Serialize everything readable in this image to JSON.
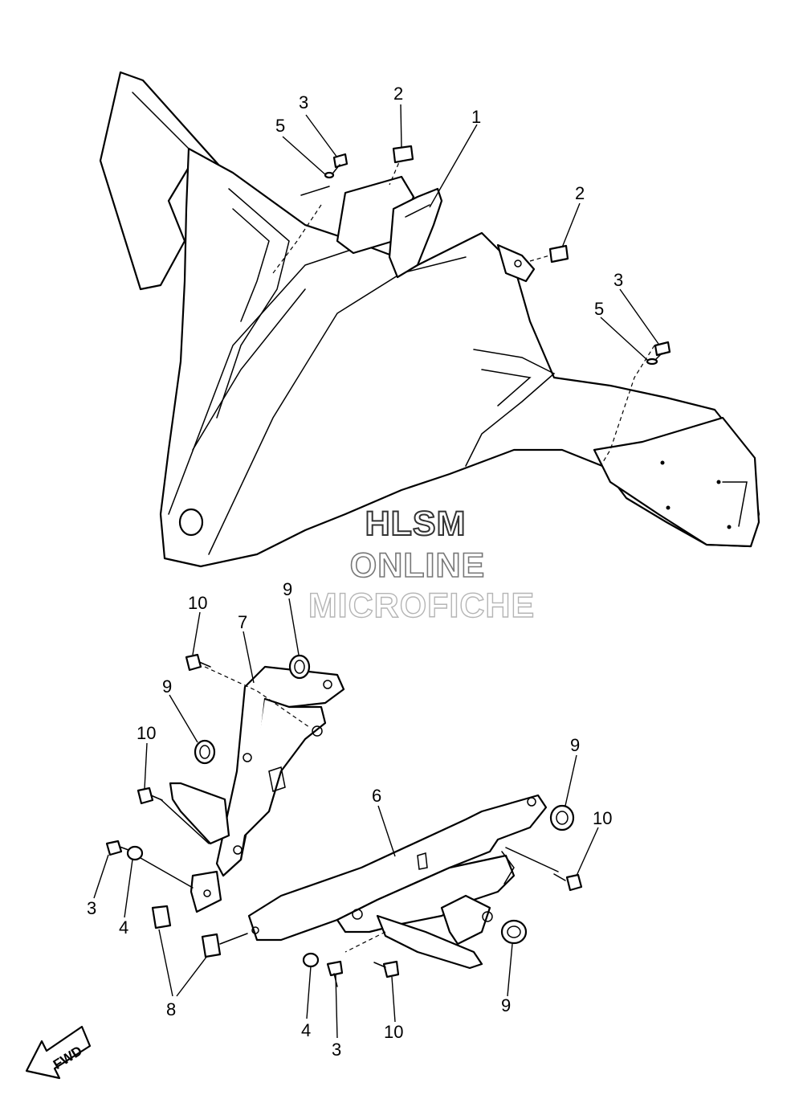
{
  "watermark": {
    "line1": "HLSM",
    "line2": "ONLINE",
    "line3": "MICROFICHE"
  },
  "direction_arrow": {
    "label": "FWD",
    "icon": "fwd-arrow-icon"
  },
  "callouts": [
    "1",
    "2",
    "2",
    "3",
    "3",
    "3",
    "3",
    "4",
    "4",
    "5",
    "5",
    "6",
    "7",
    "8",
    "9",
    "9",
    "9",
    "9",
    "10",
    "10",
    "10",
    "10"
  ]
}
